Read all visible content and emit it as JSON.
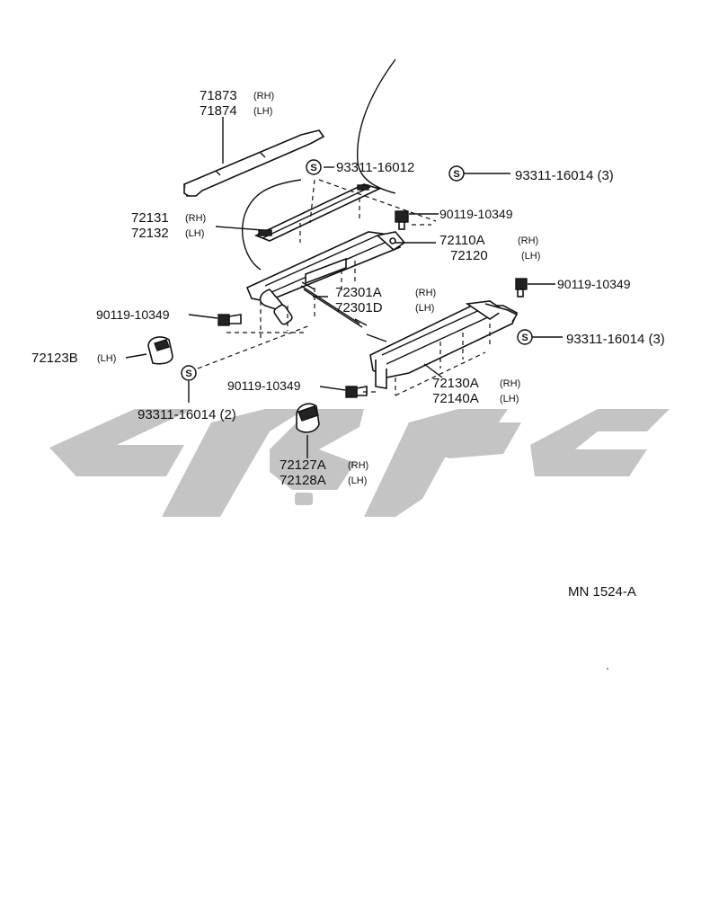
{
  "labels": {
    "p71873": "71873",
    "p71873_side": "(RH)",
    "p71874": "71874",
    "p71874_side": "(LH)",
    "p93311_16012": "93311-16012",
    "p93311_16014_top": "93311-16014 (3)",
    "p90119_a": "90119-10349",
    "p72131": "72131",
    "p72131_side": "(RH)",
    "p72132": "72132",
    "p72132_side": "(LH)",
    "p72110A": "72110A",
    "p72110A_side": "(RH)",
    "p72120": "72120",
    "p72120_side": "(LH)",
    "p90119_b": "90119-10349",
    "p72301A": "72301A",
    "p72301A_side": "(RH)",
    "p72301D": "72301D",
    "p72301D_side": "(LH)",
    "p90119_c": "90119-10349",
    "p93311_16014_mid": "93311-16014 (3)",
    "p72123B": "72123B",
    "p72123B_side": "(LH)",
    "p90119_d": "90119-10349",
    "p72130A": "72130A",
    "p72130A_side": "(RH)",
    "p72140A": "72140A",
    "p72140A_side": "(LH)",
    "p93311_16014_low": "93311-16014 (2)",
    "p72127A": "72127A",
    "p72127A_side": "(RH)",
    "p72128A": "72128A",
    "p72128A_side": "(LH)",
    "diagram_code": "MN 1524-A"
  },
  "symbols": {
    "s_mark": "S"
  },
  "colors": {
    "ink": "#111111",
    "watermark": "#c4c4c4",
    "background": "#ffffff"
  }
}
